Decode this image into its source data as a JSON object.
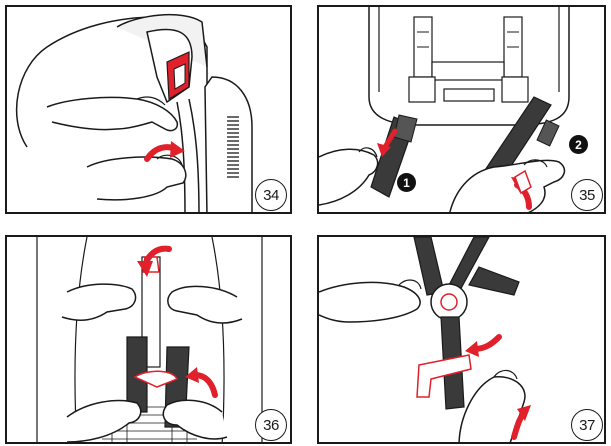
{
  "panels": [
    {
      "id": "34",
      "step": "34",
      "markers": []
    },
    {
      "id": "35",
      "step": "35",
      "markers": [
        "1",
        "2"
      ]
    },
    {
      "id": "36",
      "step": "36",
      "markers": []
    },
    {
      "id": "37",
      "step": "37",
      "markers": []
    }
  ],
  "colors": {
    "line": "#1a1a1a",
    "accent_red": "#e0202a",
    "strap": "#3a3a3a",
    "seat_fill": "#f2f2f2"
  },
  "icons": [
    "red-arrow-icon",
    "numbered-dot-icon",
    "step-number-icon"
  ]
}
